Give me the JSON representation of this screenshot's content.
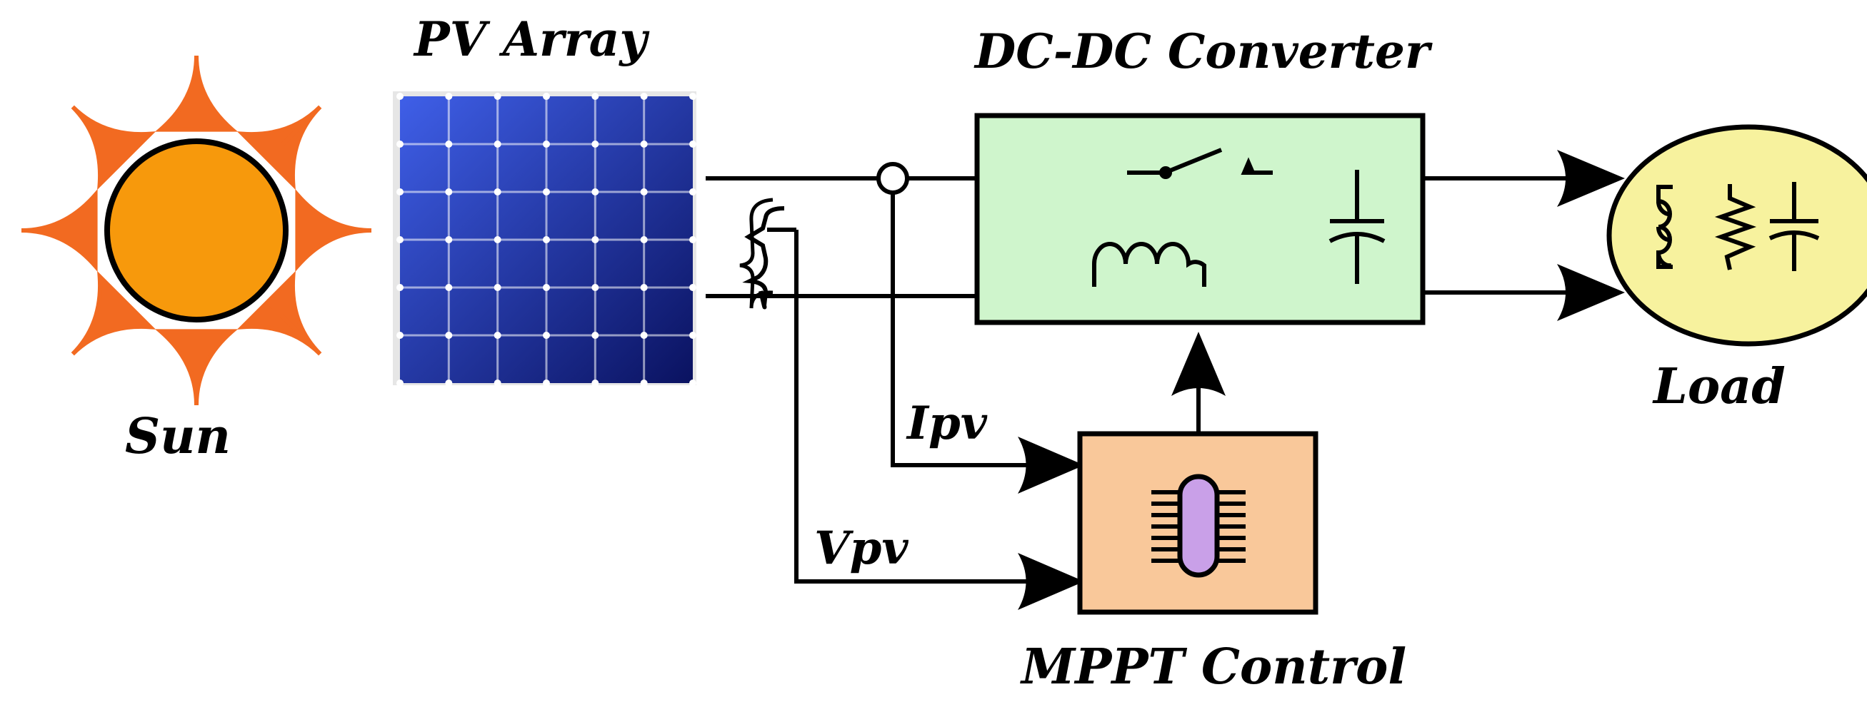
{
  "labels": {
    "sun": "Sun",
    "pv_array": "PV Array",
    "dc_dc_converter": "DC-DC Converter",
    "load": "Load",
    "mppt_control": "MPPT Control",
    "ipv": "Ipv",
    "vpv": "Vpv"
  },
  "colors": {
    "sun_body": "#F7990C",
    "sun_rays": "#F26A21",
    "pv_cell_light": "#3F5FE8",
    "pv_cell_dark": "#0A1260",
    "converter_fill": "#CFF5CC",
    "mppt_fill": "#F9C89A",
    "chip_fill": "#C9A0E8",
    "load_fill": "#F7F29E",
    "wire": "#000000"
  },
  "icons": {
    "sun": "sun-icon",
    "pv_panel": "solar-panel-icon",
    "switch": "switch-icon",
    "inductor": "inductor-icon",
    "capacitor": "capacitor-icon",
    "chip": "chip-icon",
    "load_inductor": "inductor-icon",
    "load_resistor": "resistor-icon",
    "load_capacitor": "capacitor-icon"
  }
}
